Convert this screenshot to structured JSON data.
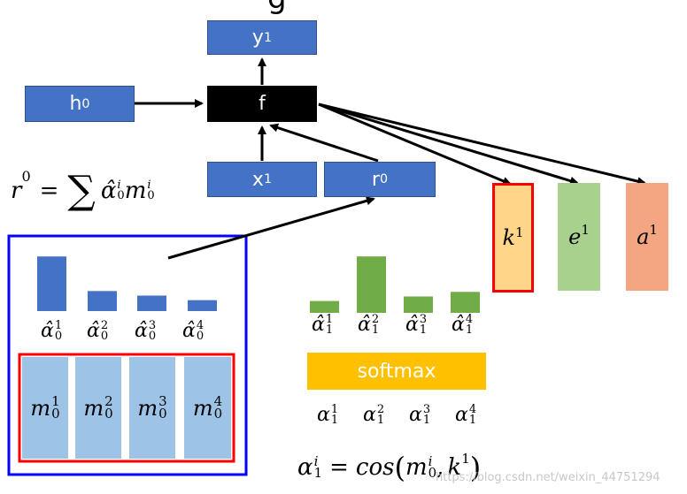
{
  "title_partial": "g",
  "nodes": {
    "y": {
      "base": "y",
      "sup": "1"
    },
    "h": {
      "base": "h",
      "sup": "0"
    },
    "f": {
      "label": "f"
    },
    "x": {
      "base": "x",
      "sup": "1"
    },
    "r": {
      "base": "r",
      "sup": "0"
    }
  },
  "formula_r": {
    "lhs": "r",
    "lhs_sup": "0",
    "eq": "=",
    "sum": "∑",
    "alpha": "α̂",
    "a_sup": "i",
    "a_sub": "0",
    "m": "m",
    "m_sup": "i",
    "m_sub": "0"
  },
  "attn0": {
    "label_sub": "0",
    "items": [
      {
        "sup": "1",
        "value": 0.6
      },
      {
        "sup": "2",
        "value": 0.22
      },
      {
        "sup": "3",
        "value": 0.17
      },
      {
        "sup": "4",
        "value": 0.12
      }
    ],
    "bar_color": "#4472c4"
  },
  "memory": {
    "items": [
      {
        "base": "m",
        "sup": "1",
        "sub": "0"
      },
      {
        "base": "m",
        "sup": "2",
        "sub": "0"
      },
      {
        "base": "m",
        "sup": "3",
        "sub": "0"
      },
      {
        "base": "m",
        "sup": "4",
        "sub": "0"
      }
    ],
    "cell_color": "#9dc3e6",
    "frame_color": "#ff0000",
    "outer_color": "#0000ff"
  },
  "attn1": {
    "label_sub": "1",
    "items": [
      {
        "sup": "1",
        "value": 0.13
      },
      {
        "sup": "2",
        "value": 0.62
      },
      {
        "sup": "3",
        "value": 0.18
      },
      {
        "sup": "4",
        "value": 0.23
      }
    ],
    "bar_color": "#70ad47"
  },
  "softmax": {
    "label": "softmax",
    "color": "#ffc000"
  },
  "alpha1": {
    "items": [
      {
        "sup": "1",
        "sub": "1"
      },
      {
        "sup": "2",
        "sub": "1"
      },
      {
        "sup": "3",
        "sub": "1"
      },
      {
        "sup": "4",
        "sub": "1"
      }
    ]
  },
  "formula_alpha": {
    "lhs": "α",
    "lhs_sup": "i",
    "lhs_sub": "1",
    "eq": "=",
    "fn": "cos",
    "m": "m",
    "m_sup": "i",
    "m_sub": "0",
    "k": "k",
    "k_sup": "1"
  },
  "outputs": [
    {
      "base": "k",
      "sup": "1",
      "fill": "#ffd58a",
      "border": "#ff0000"
    },
    {
      "base": "e",
      "sup": "1",
      "fill": "#a9d18e",
      "border": "#a9d18e"
    },
    {
      "base": "a",
      "sup": "1",
      "fill": "#f4a582",
      "border": "#f4a582"
    }
  ],
  "watermark": "https://blog.csdn.net/weixin_44751294"
}
